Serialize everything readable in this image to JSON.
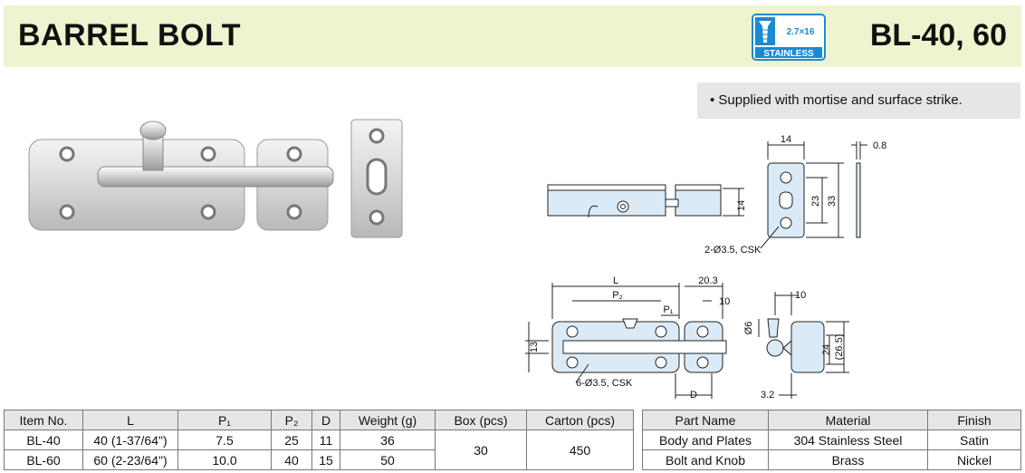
{
  "header": {
    "title": "BARREL BOLT",
    "model": "BL-40, 60",
    "badge": {
      "size_text": "2.7×16",
      "label": "STAINLESS",
      "icon": "screw-icon",
      "color": "#1a8ad4"
    }
  },
  "feature_note": "• Supplied with mortise and surface strike.",
  "drawing_labels": {
    "top_width": "14",
    "top_thickness": "0.8",
    "side_height": "14",
    "strike_inner": "23",
    "strike_outer": "33",
    "strike_holes": "2-Ø3.5, CSK",
    "L": "L",
    "P2": "P₂",
    "P1": "P₁",
    "d_20_3": "20.3",
    "d_10a": "10",
    "d_13": "13",
    "bolt_holes": "6-Ø3.5, CSK",
    "D": "D",
    "d_6": "Ø6",
    "d_10b": "10",
    "d_24": "24",
    "d_26_5": "(26.5)",
    "d_3_2": "3.2"
  },
  "spec_table": {
    "headers": [
      "Item No.",
      "L",
      "P₁",
      "P₂",
      "D",
      "Weight (g)",
      "Box (pcs)",
      "Carton (pcs)"
    ],
    "rows": [
      [
        "BL-40",
        "40 (1-37/64\")",
        "7.5",
        "25",
        "11",
        "36"
      ],
      [
        "BL-60",
        "60 (2-23/64\")",
        "10.0",
        "40",
        "15",
        "50"
      ]
    ],
    "box": "30",
    "carton": "450"
  },
  "material_table": {
    "headers": [
      "Part Name",
      "Material",
      "Finish"
    ],
    "rows": [
      [
        "Body and Plates",
        "304 Stainless Steel",
        "Satin"
      ],
      [
        "Bolt and Knob",
        "Brass",
        "Nickel"
      ]
    ]
  }
}
